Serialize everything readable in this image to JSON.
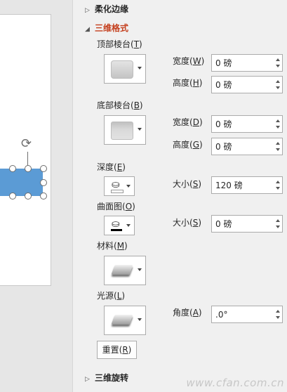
{
  "sections": {
    "soft_edges": "柔化边缘",
    "format_3d": "三维格式",
    "rotation_3d": "三维旋转"
  },
  "top_bevel": {
    "label": "顶部棱台(",
    "key": "T",
    "width_label": "宽度(",
    "width_key": "W",
    "width_value": "0 磅",
    "height_label": "高度(",
    "height_key": "H",
    "height_value": "0 磅"
  },
  "bottom_bevel": {
    "label": "底部棱台(",
    "key": "B",
    "width_label": "宽度(",
    "width_key": "D",
    "width_value": "0 磅",
    "height_label": "高度(",
    "height_key": "G",
    "height_value": "0 磅"
  },
  "depth": {
    "label": "深度(",
    "key": "E",
    "size_label": "大小(",
    "size_key": "S",
    "size_value": "120 磅",
    "color": "#ffffff"
  },
  "contour": {
    "label": "曲面图(",
    "key": "O",
    "size_label": "大小(",
    "size_key": "S",
    "size_value": "0 磅",
    "color": "#000000"
  },
  "material": {
    "label": "材料(",
    "key": "M"
  },
  "lighting": {
    "label": "光源(",
    "key": "L",
    "angle_label": "角度(",
    "angle_key": "A",
    "angle_value": ".0°"
  },
  "reset_button": {
    "label": "重置(",
    "key": "R"
  },
  "close_paren": ")",
  "shape_color": "#5b9bd5",
  "accent_color": "#c43e1c",
  "watermark": "www.cfan.com.cn"
}
